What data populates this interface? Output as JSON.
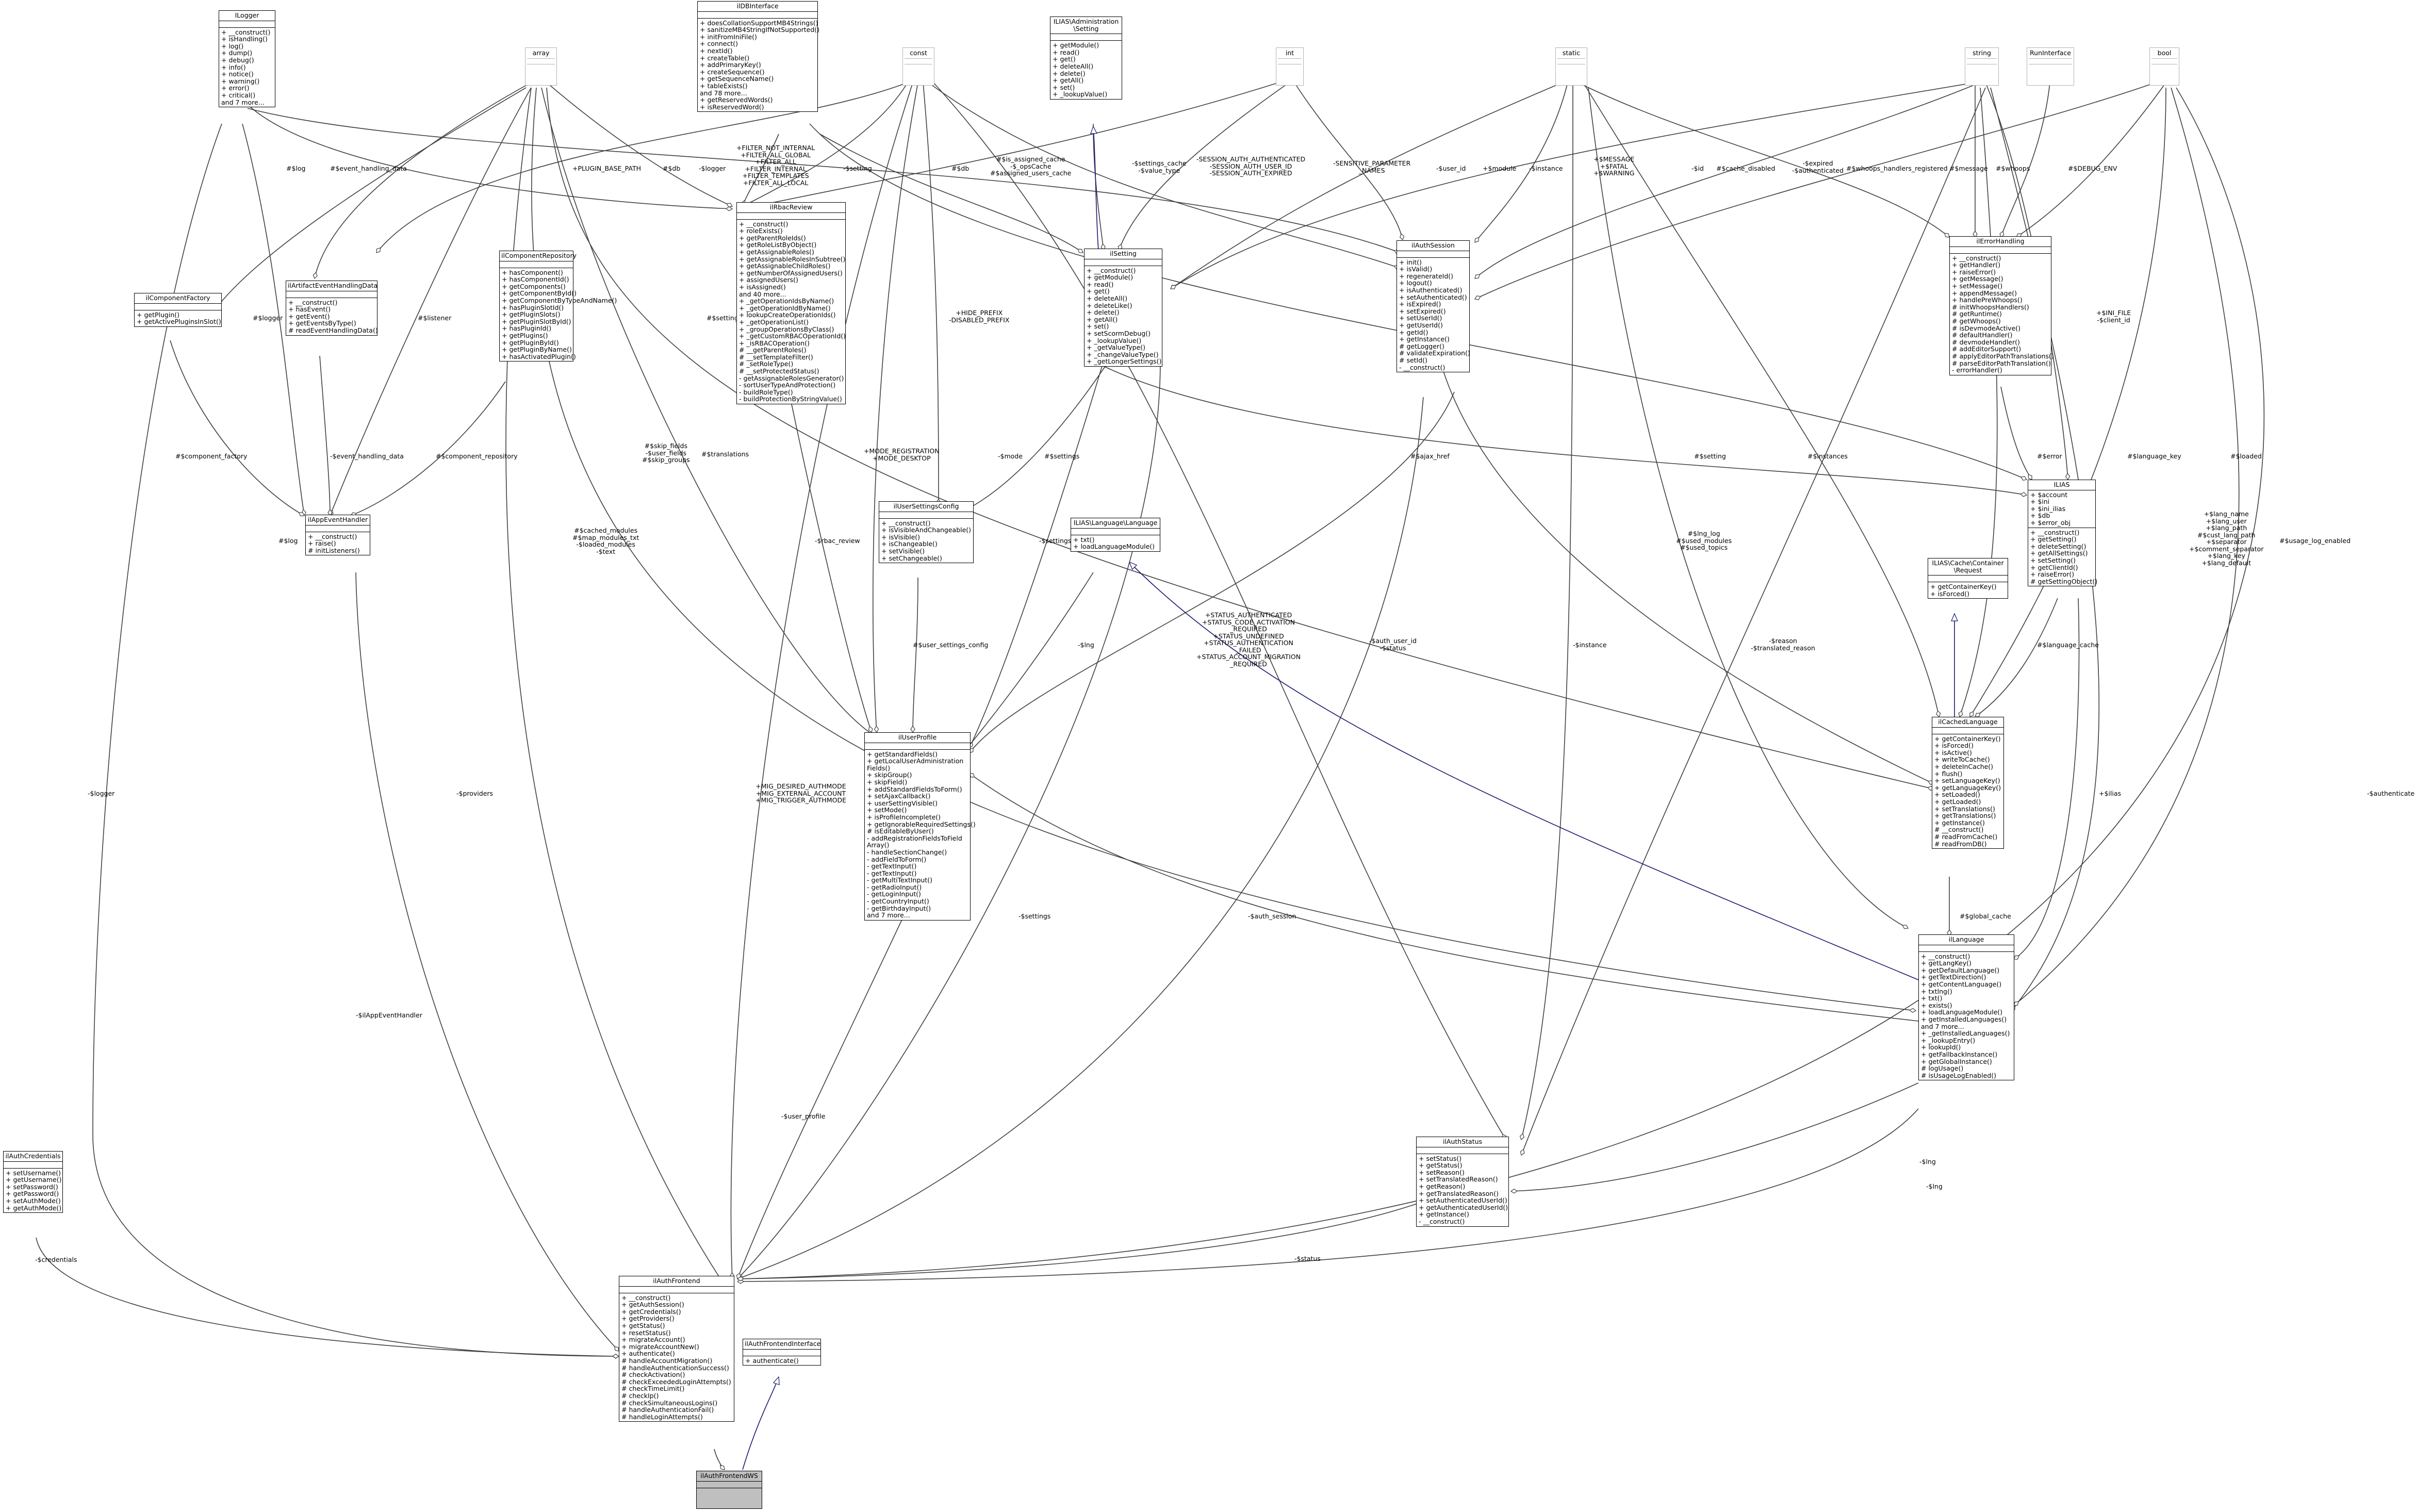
{
  "classes": {
    "ILogger": {
      "title": "ILogger",
      "attrs": [],
      "methods": [
        "+ __construct()",
        "+ isHandling()",
        "+ log()",
        "+ dump()",
        "+ debug()",
        "+ info()",
        "+ notice()",
        "+ warning()",
        "+ error()",
        "+ critical()",
        "and 7 more..."
      ]
    },
    "ilDBInterface": {
      "title": "ilDBInterface",
      "attrs": [],
      "methods": [
        "+ doesCollationSupportMB4Strings()",
        "+ sanitizeMB4StringIfNotSupported()",
        "+ initFromIniFile()",
        "+ connect()",
        "+ nextId()",
        "+ createTable()",
        "+ addPrimaryKey()",
        "+ createSequence()",
        "+ getSequenceName()",
        "+ tableExists()",
        "and 78 more...",
        "+ getReservedWords()",
        "+ isReservedWord()"
      ]
    },
    "ILIASAdministrationSetting": {
      "title": "ILIAS\\Administration\n\\Setting",
      "attrs": [],
      "methods": [
        "+ getModule()",
        "+ read()",
        "+ get()",
        "+ deleteAll()",
        "+ delete()",
        "+ getAll()",
        "+ set()",
        "+ _lookupValue()"
      ]
    },
    "ilRbacReview": {
      "title": "ilRbacReview",
      "attrs": [],
      "methods": [
        "+ __construct()",
        "+ roleExists()",
        "+ getParentRoleIds()",
        "+ getRoleListByObject()",
        "+ getAssignableRoles()",
        "+ getAssignableRolesInSubtree()",
        "+ getAssignableChildRoles()",
        "+ getNumberOfAssignedUsers()",
        "+ assignedUsers()",
        "+ isAssigned()",
        "and 40 more...",
        "+ _getOperationIdsByName()",
        "+ _getOperationIdByName()",
        "+ lookupCreateOperationIds()",
        "+ _getOperationList()",
        "+ _groupOperationsByClass()",
        "+ _getCustomRBACOperationId()",
        "+ _isRBACOperation()",
        "# __getParentRoles()",
        "# __setTemplateFilter()",
        "# _setRoleType()",
        "# __setProtectedStatus()",
        "- getAssignableRolesGenerator()",
        "- sortUserTypeAndProtection()",
        "- buildRoleType()",
        "- buildProtectionByStringValue()"
      ]
    },
    "ilComponentRepository": {
      "title": "ilComponentRepository",
      "attrs": [],
      "methods": [
        "+ hasComponent()",
        "+ hasComponentId()",
        "+ getComponents()",
        "+ getComponentById()",
        "+ getComponentByTypeAndName()",
        "+ hasPluginSlotId()",
        "+ getPluginSlots()",
        "+ getPluginSlotById()",
        "+ hasPluginId()",
        "+ getPlugins()",
        "+ getPluginById()",
        "+ getPluginByName()",
        "+ hasActivatedPlugin()"
      ]
    },
    "ilArtifactEventHandlingData": {
      "title": "ilArtifactEventHandlingData",
      "attrs": [],
      "methods": [
        "+ __construct()",
        "+ hasEvent()",
        "+ getEvent()",
        "+ getEventsByType()",
        "# readEventHandlingData()"
      ]
    },
    "ilComponentFactory": {
      "title": "ilComponentFactory",
      "attrs": [],
      "methods": [
        "+ getPlugin()",
        "+ getActivePluginsInSlot()"
      ]
    },
    "ilAppEventHandler": {
      "title": "ilAppEventHandler",
      "attrs": [],
      "methods": [
        "+ __construct()",
        "+ raise()",
        "# initListeners()"
      ]
    },
    "ilSetting": {
      "title": "ilSetting",
      "attrs": [],
      "methods": [
        "+ __construct()",
        "+ getModule()",
        "+ read()",
        "+ get()",
        "+ deleteAll()",
        "+ deleteLike()",
        "+ delete()",
        "+ getAll()",
        "+ set()",
        "+ setScormDebug()",
        "+ _lookupValue()",
        "+ _getValueType()",
        "+ _changeValueType()",
        "+ _getLongerSettings()"
      ]
    },
    "ilAuthSession": {
      "title": "ilAuthSession",
      "attrs": [],
      "methods": [
        "+ init()",
        "+ isValid()",
        "+ regenerateId()",
        "+ logout()",
        "+ isAuthenticated()",
        "+ setAuthenticated()",
        "+ isExpired()",
        "+ setExpired()",
        "+ setUserId()",
        "+ getUserId()",
        "+ getId()",
        "+ getInstance()",
        "# getLogger()",
        "# validateExpiration()",
        "# setId()",
        "- __construct()"
      ]
    },
    "ilErrorHandling": {
      "title": "ilErrorHandling",
      "attrs": [],
      "methods": [
        "+ __construct()",
        "+ getHandler()",
        "+ raiseError()",
        "+ getMessage()",
        "+ setMessage()",
        "+ appendMessage()",
        "+ handlePreWhoops()",
        "# initWhoopsHandlers()",
        "# getRuntime()",
        "# getWhoops()",
        "# isDevmodeActive()",
        "# defaultHandler()",
        "# devmodeHandler()",
        "# addEditorSupport()",
        "# applyEditorPathTranslations()",
        "# parseEditorPathTranslation()",
        "- errorHandler()"
      ]
    },
    "ilUserSettingsConfig": {
      "title": "ilUserSettingsConfig",
      "attrs": [],
      "methods": [
        "+ __construct()",
        "+ isVisibleAndChangeable()",
        "+ isVisible()",
        "+ isChangeable()",
        "+ setVisible()",
        "+ setChangeable()"
      ]
    },
    "ILIASLanguageLanguage": {
      "title": "ILIAS\\Language\\Language",
      "attrs": [],
      "methods": [
        "+ txt()",
        "+ loadLanguageModule()"
      ]
    },
    "ILIAS": {
      "title": "ILIAS",
      "attrs": [
        "+ $account",
        "+ $ini",
        "+ $ini_ilias",
        "+ $db",
        "+ $error_obj"
      ],
      "methods": [
        "+ __construct()",
        "+ getSetting()",
        "+ deleteSetting()",
        "+ getAllSettings()",
        "+ setSetting()",
        "+ getClientId()",
        "+ raiseError()",
        "# getSettingObject()"
      ]
    },
    "ILIASCacheContainerRequest": {
      "title": "ILIAS\\Cache\\Container\n\\Request",
      "attrs": [],
      "methods": [
        "+ getContainerKey()",
        "+ isForced()"
      ]
    },
    "ilUserProfile": {
      "title": "ilUserProfile",
      "attrs": [],
      "methods": [
        "+ getStandardFields()",
        "+ getLocalUserAdministration\nFields()",
        "+ skipGroup()",
        "+ skipField()",
        "+ addStandardFieldsToForm()",
        "+ setAjaxCallback()",
        "+ userSettingVisible()",
        "+ setMode()",
        "+ isProfileIncomplete()",
        "+ getIgnorableRequiredSettings()",
        "# isEditableByUser()",
        "- addRegistrationFieldsToField\nArray()",
        "- handleSectionChange()",
        "- addFieldToForm()",
        "- getTextInput()",
        "- getTextInput()",
        "- getMultiTextInput()",
        "- getRadioInput()",
        "- getLoginInput()",
        "- getCountryInput()",
        "- getBirthdayInput()",
        "and 7 more..."
      ]
    },
    "ilCachedLanguage": {
      "title": "ilCachedLanguage",
      "attrs": [],
      "methods": [
        "+ getContainerKey()",
        "+ isForced()",
        "+ isActive()",
        "+ writeToCache()",
        "+ deleteInCache()",
        "+ flush()",
        "+ setLanguageKey()",
        "+ getLanguageKey()",
        "+ setLoaded()",
        "+ getLoaded()",
        "+ setTranslations()",
        "+ getTranslations()",
        "+ getInstance()",
        "# __construct()",
        "# readFromCache()",
        "# readFromDB()"
      ]
    },
    "ilLanguage": {
      "title": "ilLanguage",
      "attrs": [],
      "methods": [
        "+ __construct()",
        "+ getLangKey()",
        "+ getDefaultLanguage()",
        "+ getTextDirection()",
        "+ getContentLanguage()",
        "+ txtlng()",
        "+ txt()",
        "+ exists()",
        "+ loadLanguageModule()",
        "+ getInstalledLanguages()",
        "and 7 more...",
        "+ _getInstalledLanguages()",
        "+ _lookupEntry()",
        "+ lookupId()",
        "+ getFallbackInstance()",
        "+ getGlobalInstance()",
        "# logUsage()",
        "# isUsageLogEnabled()"
      ]
    },
    "ilAuthStatus": {
      "title": "ilAuthStatus",
      "attrs": [],
      "methods": [
        "+ setStatus()",
        "+ getStatus()",
        "+ setReason()",
        "+ setTranslatedReason()",
        "+ getReason()",
        "+ getTranslatedReason()",
        "+ setAuthenticatedUserId()",
        "+ getAuthenticatedUserId()",
        "+ getInstance()",
        "- __construct()"
      ]
    },
    "ilAuthCredentials": {
      "title": "ilAuthCredentials",
      "attrs": [],
      "methods": [
        "+ setUsername()",
        "+ getUsername()",
        "+ setPassword()",
        "+ getPassword()",
        "+ setAuthMode()",
        "+ getAuthMode()"
      ]
    },
    "ilAuthFrontend": {
      "title": "ilAuthFrontend",
      "attrs": [],
      "methods": [
        "+ __construct()",
        "+ getAuthSession()",
        "+ getCredentials()",
        "+ getProviders()",
        "+ getStatus()",
        "+ resetStatus()",
        "+ migrateAccount()",
        "+ migrateAccountNew()",
        "+ authenticate()",
        "# handleAccountMigration()",
        "# handleAuthenticationSuccess()",
        "# checkActivation()",
        "# checkExceededLoginAttempts()",
        "# checkTimeLimit()",
        "# checkIp()",
        "# checkSimultaneousLogins()",
        "# handleAuthenticationFail()",
        "# handleLoginAttempts()"
      ]
    },
    "ilAuthFrontendInterface": {
      "title": "ilAuthFrontendInterface",
      "attrs": [],
      "methods": [
        "+ authenticate()"
      ]
    },
    "ilAuthFrontendWS": {
      "title": "ilAuthFrontendWS",
      "attrs": [],
      "methods": []
    }
  },
  "primitives": {
    "array": "array",
    "const": "const",
    "int": "int",
    "static": "static",
    "string": "string",
    "RunInterface": "RunInterface",
    "bool": "bool"
  },
  "edge_labels": {
    "l_blog": "#$log",
    "l_event_handling_data": "#$event_handling_data",
    "l_plugin_base_path": "+PLUGIN_BASE_PATH",
    "l_db": "#$db",
    "l_logger2": "-$logger",
    "l_filters": "+FILTER_NOT_INTERNAL\n+FILTER_ALL_GLOBAL\n+FILTER_ALL\n+FILTER_INTERNAL\n+FILTER_TEMPLATES\n+FILTER_ALL_LOCAL",
    "l_setting1": "-$setting",
    "l_db2": "#$db",
    "l_caches": "#$is_assigned_cache\n-$_opsCache\n#$assigned_users_cache",
    "l_settings_cache": "-$settings_cache\n-$value_type",
    "l_session_auth": "-SESSION_AUTH_AUTHENTICATED\n-SESSION_AUTH_USER_ID\n-SESSION_AUTH_EXPIRED",
    "l_sensitive": "-SENSITIVE_PARAMETER\n_NAMES",
    "l_user_id": "-$user_id",
    "l_module": "+$module",
    "l_instance": "-$instance",
    "l_message": "+$MESSAGE\n+$FATAL\n+$WARNING",
    "l_id": "-$id",
    "l_cache_disabled": "#$cache_disabled",
    "l_expired": "-$expired\n-$authenticated",
    "l_whoops_reg": "#$whoops_handlers_registered",
    "l_smessage": "#$message",
    "l_whoops": "#$whoops",
    "l_debug_env": "#$DEBUG_ENV",
    "l_logger3": "#$logger",
    "l_listener": "#$listener",
    "l_setting2": "#$setting",
    "l_hide_prefix": "+HIDE_PREFIX\n-DISABLED_PREFIX",
    "l_ini_file": "+$INI_FILE\n-$client_id",
    "l_component_factory": "#$component_factory",
    "l_event_handling_data2": "-$event_handling_data",
    "l_component_repository": "#$component_repository",
    "l_skip_fields": "#$skip_fields\n-$user_fields\n#$skip_groups",
    "l_translations": "#$translations",
    "l_mode_reg": "+MODE_REGISTRATION\n+MODE_DESKTOP",
    "l_mode": "-$mode",
    "l_settings": "#$settings",
    "l_ajax_href": "#$ajax_href",
    "l_setting3": "#$setting",
    "l_error": "#$error",
    "l_cached_modules": "#$cached_modules\n#$map_modules_txt\n-$loaded_modules\n-$text",
    "l_log": "#$log",
    "l_rbac_review": "-$rbac_review",
    "l_settings2": "-$settings",
    "l_lng_log": "#$lng_log\n#$used_modules\n#$used_topics",
    "l_instances": "#$instances",
    "l_language_key": "#$language_key",
    "l_loaded": "#$loaded",
    "l_lang_name": "+$lang_name\n+$lang_user\n+$lang_path\n#$cust_lang_path\n+$separator\n+$comment_separator\n+$lang_key\n+$lang_default",
    "l_usage_log": "#$usage_log_enabled",
    "l_status_const": "+STATUS_AUTHENTICATED\n+STATUS_CODE_ACTIVATION\n_REQUIRED\n+STATUS_UNDEFINED\n+STATUS_AUTHENTICATION\n_FAILED\n+STATUS_ACCOUNT_MIGRATION\n_REQUIRED",
    "l_lng1": "-$lng",
    "l_user_settings_config": "#$user_settings_config",
    "l_language_cache": "#$language_cache",
    "l_mig": "+MIG_DESIRED_AUTHMODE\n+MIG_EXTERNAL_ACCOUNT\n+MIG_TRIGGER_AUTHMODE",
    "l_logger": "-$logger",
    "l_providers": "-$providers",
    "l_reason": "-$reason\n-$translated_reason",
    "l_instance2": "-$instance",
    "l_auth_user": "-$auth_user_id\n-$status",
    "l_ilias": "+$ilias",
    "l_authenticated": "-$authenticated",
    "l_global_cache": "#$global_cache",
    "l_settings3": "-$settings",
    "l_auth_session": "-$auth_session",
    "l_app_event": "-$ilAppEventHandler",
    "l_user_profile": "-$user_profile",
    "l_lng2": "-$lng",
    "l_lng3": "-$lng",
    "l_status": "-$status",
    "l_credentials": "-$credentials"
  },
  "colors": {
    "line": "#404040",
    "inherit": "#191970",
    "focus_fill": "#bfbfbf",
    "prim_border": "#b3b3b3"
  }
}
